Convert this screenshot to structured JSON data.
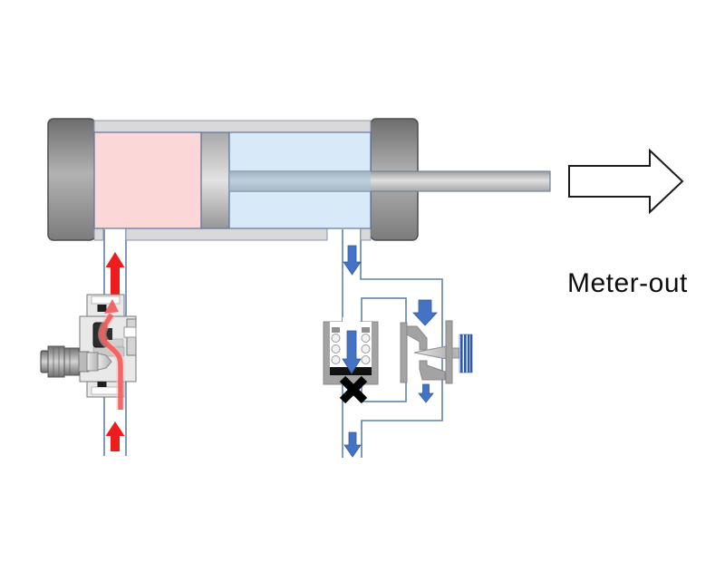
{
  "label": {
    "meter_out": "Meter-out"
  },
  "diagram": {
    "type": "pneumatic-cylinder-meter-out-speed-control",
    "components": [
      "cylinder-left-end-cap",
      "cylinder-cap-side-chamber-pressurized",
      "piston",
      "cylinder-rod-side-chamber-exhaust",
      "piston-rod",
      "cylinder-right-end-cap",
      "extend-direction-outline-arrow",
      "supply-speed-controller-free-flow",
      "exhaust-check-valve-closed",
      "exhaust-needle-valve-metering",
      "blocked-flow-x-mark"
    ],
    "colors": {
      "supply_flow_red": "#ee1c1c",
      "exhaust_flow_blue": "#4472c4",
      "cap_chamber_pink": "#fbd7d7",
      "rod_chamber_blue": "#d8eaf8",
      "pipe_line": "#6080a8",
      "metal_gray": "#a3a3a3"
    }
  }
}
